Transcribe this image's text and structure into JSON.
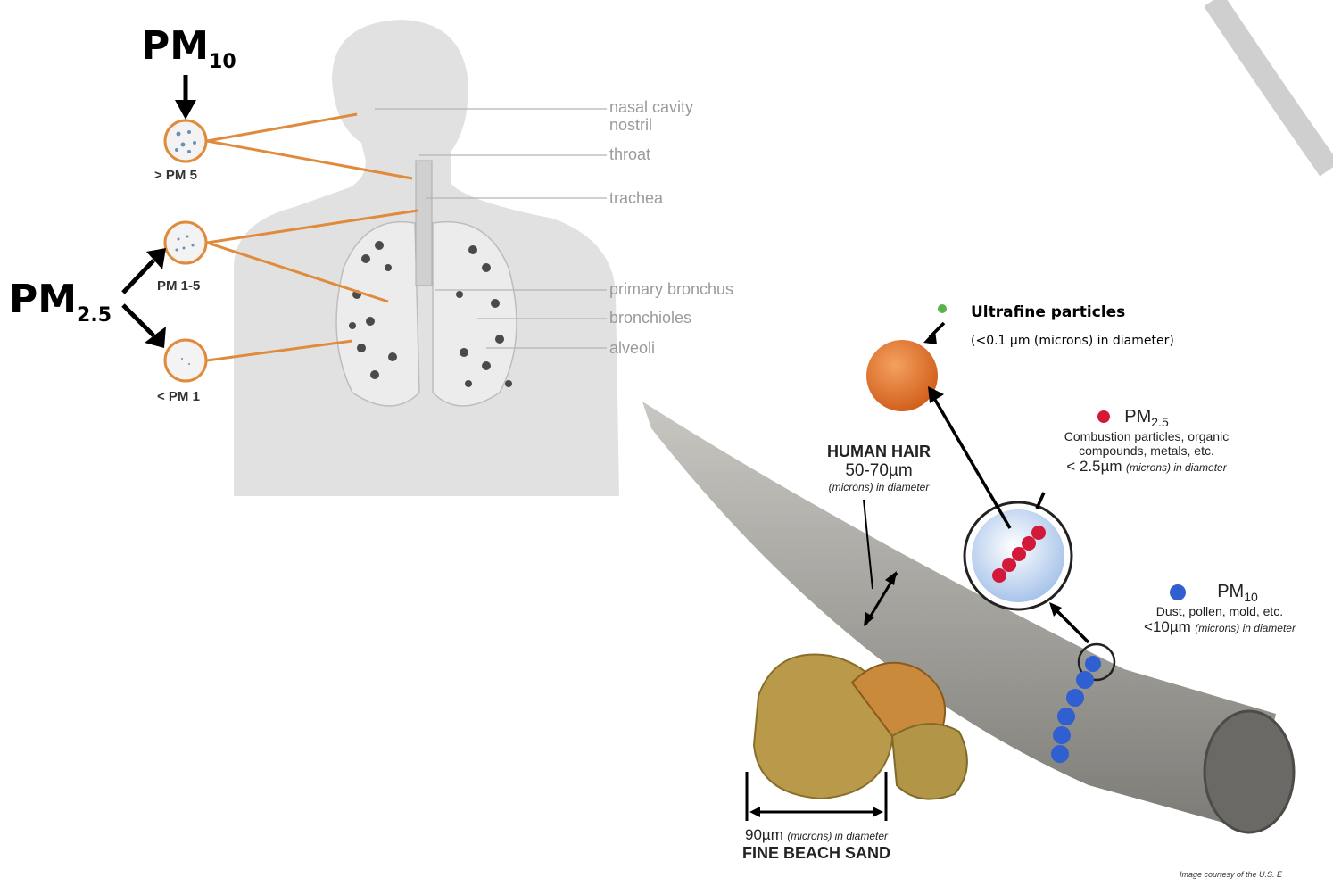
{
  "left_diagram": {
    "pm10_main": "PM",
    "pm10_sub": "10",
    "pm25_main": "PM",
    "pm25_sub": "2.5",
    "circle_labels": [
      "> PM 5",
      "PM 1-5",
      "< PM 1"
    ],
    "anatomy_labels": [
      "nasal cavity",
      "nostril",
      "throat",
      "trachea",
      "primary bronchus",
      "bronchioles",
      "alveoli"
    ]
  },
  "right_diagram": {
    "ultrafine_title": "Ultrafine particles",
    "ultrafine_desc": "(<0.1 µm (microns) in diameter)",
    "hair": {
      "title": "HUMAN HAIR",
      "size": "50-70µm",
      "unit_note": "(microns) in diameter"
    },
    "pm25": {
      "title_main": "PM",
      "title_sub": "2.5",
      "line1": "Combustion particles, organic",
      "line2": "compounds, metals, etc.",
      "size": "< 2.5µm",
      "unit_note": "(microns) in diameter"
    },
    "pm10": {
      "title_main": "PM",
      "title_sub": "10",
      "line1": "Dust, pollen, mold, etc.",
      "size": "<10µm",
      "unit_note": "(microns) in diameter"
    },
    "sand": {
      "size": "90µm",
      "unit_note": "(microns) in diameter",
      "title": "FINE BEACH SAND"
    },
    "credit": "Image courtesy of the U.S. E"
  },
  "colors": {
    "orange_line": "#e08a3c",
    "body_gray": "#d9d9d9",
    "ultrafine_green": "#5ab04a",
    "pm25_red": "#d2193a",
    "pm10_blue": "#2f5fd0"
  }
}
